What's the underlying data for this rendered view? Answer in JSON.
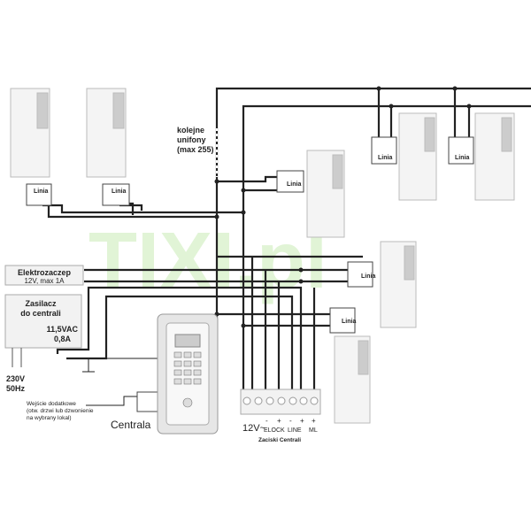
{
  "watermark": "TIXI.pl",
  "labels": {
    "kolejne": "kolejne",
    "unifony": "unifony",
    "max": "(max 255)",
    "elektro_title": "Elektrozaczep",
    "elektro_sub": "12V, max 1A",
    "zasilacz1": "Zasilacz",
    "zasilacz2": "do centrali",
    "vac": "11,5VAC",
    "amp": "0,8A",
    "v230": "230V",
    "hz": "50Hz",
    "wejscie1": "Wejście dodatkowe",
    "wejscie2": "(otw. drzwi lub dzwonienie",
    "wejscie3": "na wybrany lokal)",
    "centrala": "Centrala",
    "zaciski": "Zaciski Centrali",
    "linia": "Linia",
    "t12v": "12V~",
    "elock": "ELOCK",
    "line": "LINE",
    "ml": "ML",
    "minus": "-",
    "plus": "+"
  },
  "colors": {
    "wire": "#222222",
    "box": "#f2f2f2",
    "watermark": "#d8f0c8"
  }
}
